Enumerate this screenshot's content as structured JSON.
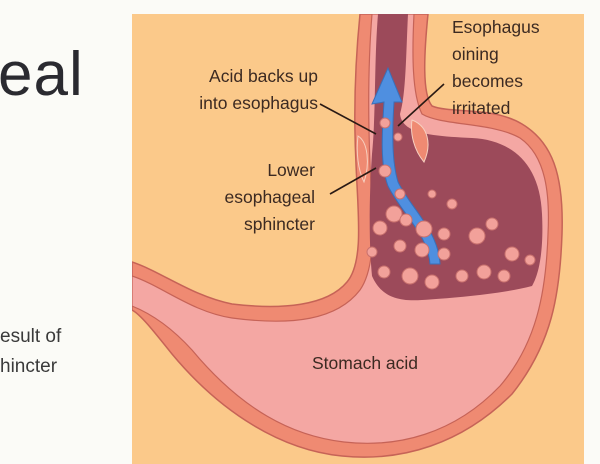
{
  "slide": {
    "title_fragment": "eal",
    "body_lines": [
      "esult of",
      "hincter"
    ]
  },
  "diagram": {
    "labels": {
      "acid_backs_up": [
        "Acid backs up",
        "into esophagus"
      ],
      "lower_sphincter": [
        "Lower",
        "esophageal",
        "sphincter"
      ],
      "esophagus_lining": [
        "Esophagus",
        "oining",
        "becomes",
        "irritated"
      ],
      "stomach_acid": "Stomach acid"
    },
    "colors": {
      "background": "#fbc98a",
      "tissue_outer": "#ef8a72",
      "tissue_inner": "#f6a296",
      "acid_pool": "#f4a7a3",
      "gastric_dark": "#9c4a5a",
      "reflux_arrow": "#4f8fe0",
      "bubble": "#f2a19a",
      "text": "#3c2a22"
    }
  }
}
